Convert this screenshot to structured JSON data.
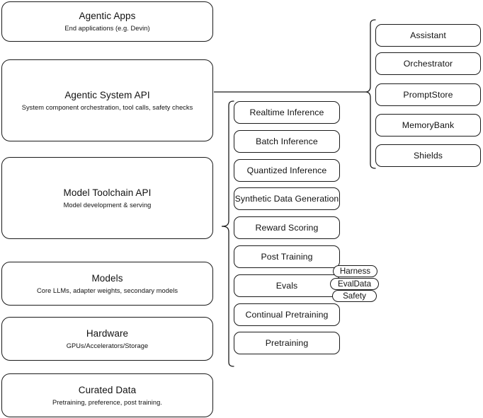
{
  "diagram": {
    "title": "AI stack layered architecture",
    "stroke_color": "#1a1a1a",
    "background_color": "#ffffff"
  },
  "left_stack": {
    "label": "layer-stack",
    "items": [
      {
        "title": "Agentic Apps",
        "subtitle": "End applications (e.g. Devin)"
      },
      {
        "title": "Agentic System API",
        "subtitle": "System component orchestration, tool calls, safety checks"
      },
      {
        "title": "Model Toolchain API",
        "subtitle": "Model development & serving"
      },
      {
        "title": "Models",
        "subtitle": "Core LLMs, adapter weights, secondary models"
      },
      {
        "title": "Hardware",
        "subtitle": "GPUs/Accelerators/Storage"
      },
      {
        "title": "Curated Data",
        "subtitle": "Pretraining, preference, post training."
      }
    ]
  },
  "toolchain_column": {
    "label": "model-toolchain-capabilities",
    "items": [
      {
        "label": "Realtime Inference"
      },
      {
        "label": "Batch Inference"
      },
      {
        "label": "Quantized Inference"
      },
      {
        "label": "Synthetic Data Generation"
      },
      {
        "label": "Reward Scoring"
      },
      {
        "label": "Post Training"
      },
      {
        "label": "Evals"
      },
      {
        "label": "Continual Pretraining"
      },
      {
        "label": "Pretraining"
      }
    ]
  },
  "evals_pills": {
    "label": "evals-subcomponents",
    "items": [
      {
        "label": "Harness"
      },
      {
        "label": "EvalData"
      },
      {
        "label": "Safety"
      }
    ]
  },
  "agentic_column": {
    "label": "agentic-system-components",
    "items": [
      {
        "label": "Assistant"
      },
      {
        "label": "Orchestrator"
      },
      {
        "label": "PromptStore"
      },
      {
        "label": "MemoryBank"
      },
      {
        "label": "Shields"
      }
    ]
  }
}
